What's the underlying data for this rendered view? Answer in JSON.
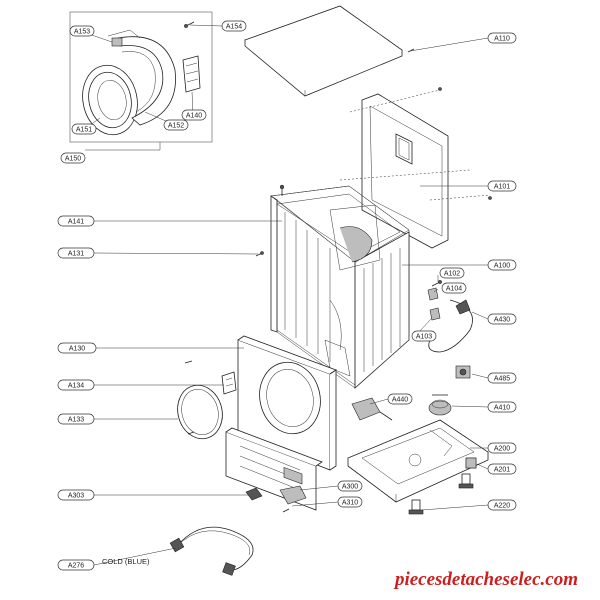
{
  "labels": {
    "a154": "A154",
    "a153": "A153",
    "a151": "A151",
    "a152": "A152",
    "a140": "A140",
    "a150": "A150",
    "a110": "A110",
    "a101": "A101",
    "a141": "A141",
    "a131": "A131",
    "a100": "A100",
    "a102": "A102",
    "a104": "A104",
    "a430": "A430",
    "a103": "A103",
    "a130": "A130",
    "a485": "A485",
    "a134": "A134",
    "a440": "A440",
    "a410": "A410",
    "a133": "A133",
    "a200": "A200",
    "a201": "A201",
    "a303": "A303",
    "a300": "A300",
    "a310": "A310",
    "a220": "A220",
    "a276": "A276"
  },
  "hose_note": "COLD (BLUE)",
  "watermark": "piecesdetacheselec.com"
}
